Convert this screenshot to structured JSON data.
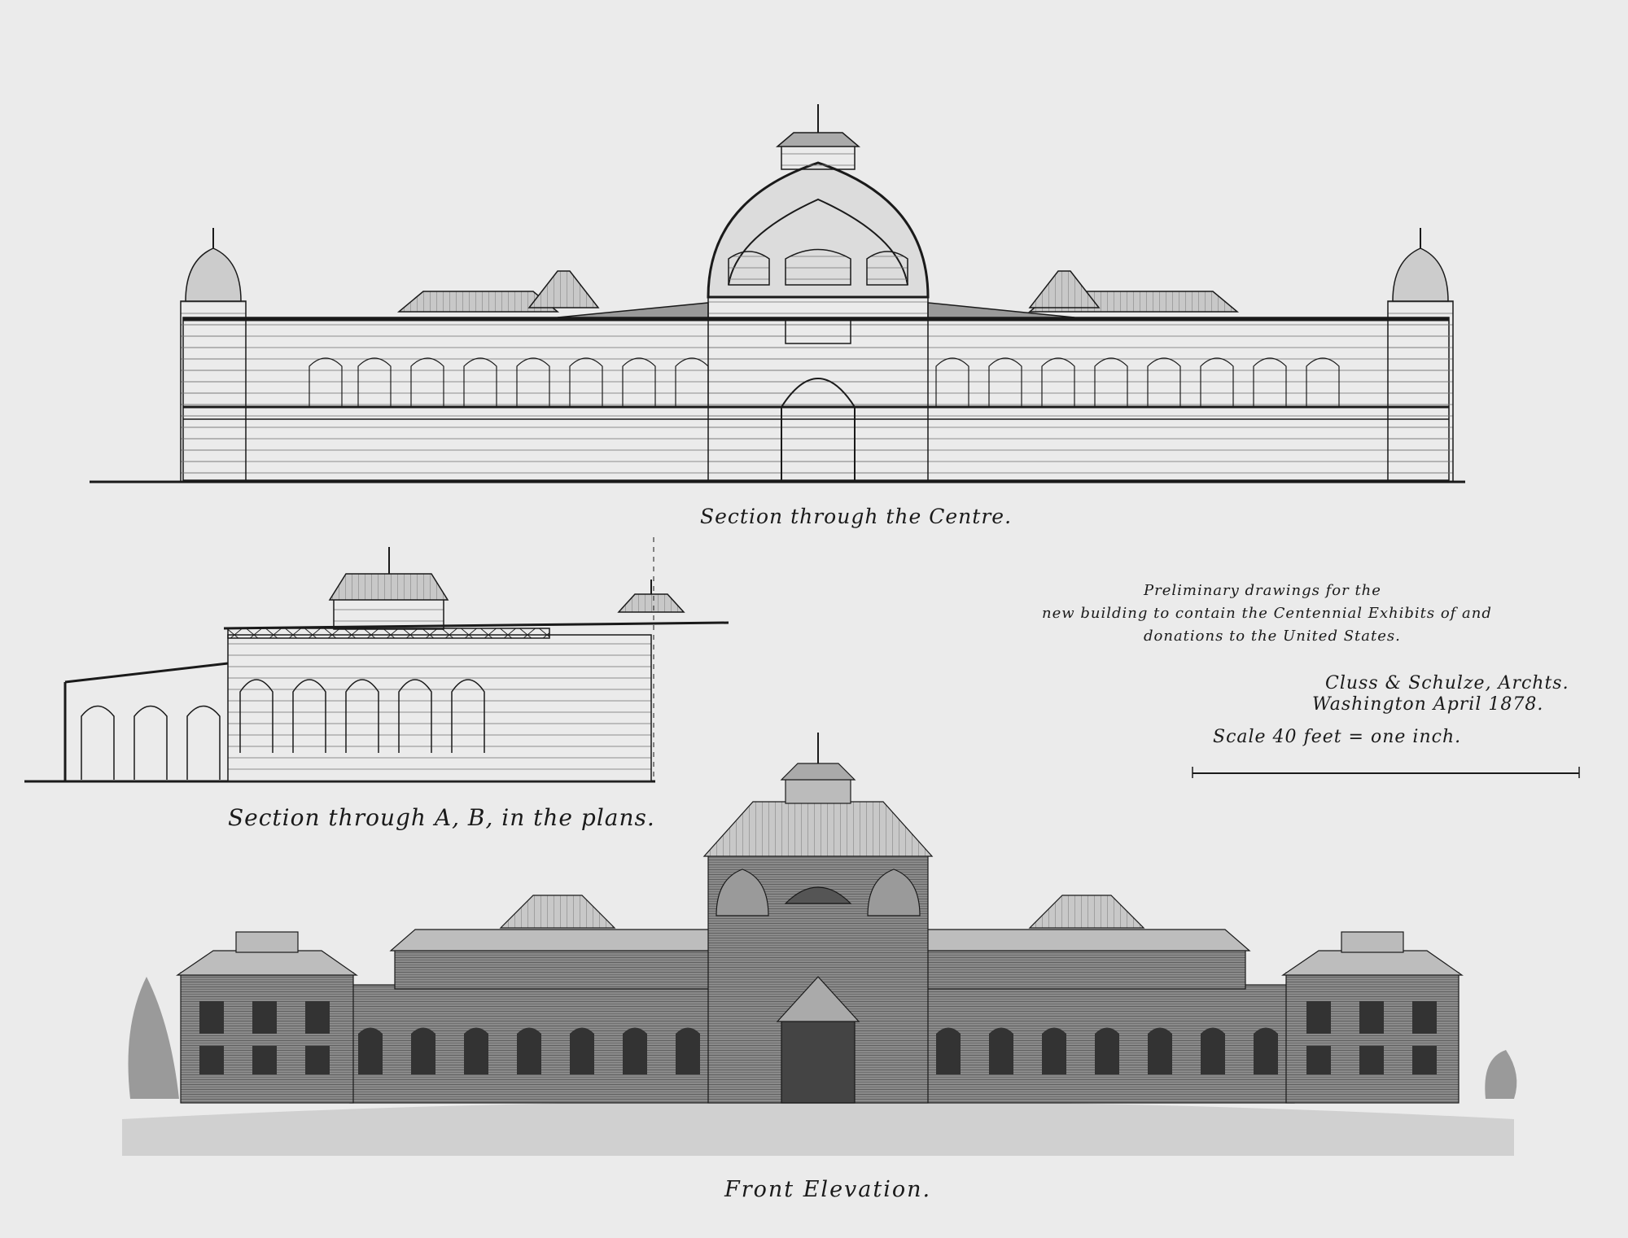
{
  "captions": {
    "section_centre": "Section through the Centre.",
    "section_ab": "Section through A, B, in the plans.",
    "front_elevation": "Front Elevation."
  },
  "notes": {
    "line1": "Preliminary drawings for the",
    "line2": "new building to contain the Centennial Exhibits of and",
    "line3": "donations to the United States.",
    "architects": "Cluss & Schulze, Archts.",
    "place_date": "Washington April 1878.",
    "scale": "Scale 40 feet = one inch."
  },
  "colors": {
    "paper": "#ebebeb",
    "ink": "#1a1a1a",
    "brick": "#6e6e6e"
  }
}
